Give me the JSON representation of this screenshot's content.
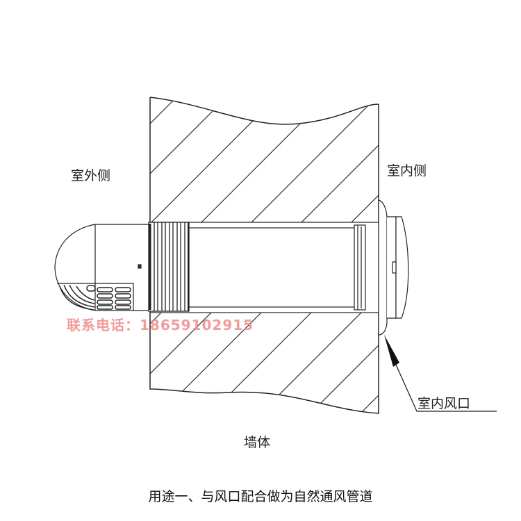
{
  "labels": {
    "outdoor_side": "室外侧",
    "indoor_side": "室内侧",
    "indoor_vent": "室内风口",
    "wall": "墙体"
  },
  "watermark": "联系电话：18659102915",
  "caption": "用途一、与风口配合做为自然通风管道",
  "colors": {
    "line": "#222222",
    "watermark": "#f08a8a"
  }
}
